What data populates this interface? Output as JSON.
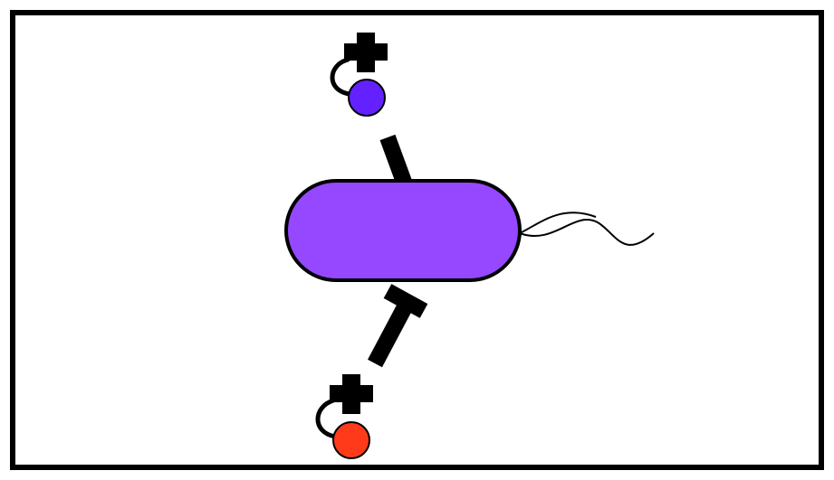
{
  "diagram": {
    "colors": {
      "background": "#ffffff",
      "frame": "#000000",
      "bacterium_fill": "#9548ff",
      "top_molecule": "#6321ff",
      "bottom_molecule": "#ff3a1a",
      "stroke": "#000000"
    },
    "nodes": [
      {
        "id": "molecule-top",
        "icon": "plus-molecule-icon",
        "color_key": "top_molecule"
      },
      {
        "id": "bacterium",
        "icon": "flagellated-bacterium-icon",
        "color_key": "bacterium_fill"
      },
      {
        "id": "molecule-bottom",
        "icon": "plus-molecule-icon",
        "color_key": "bottom_molecule"
      }
    ],
    "edges": [
      {
        "from": "molecule-top",
        "to": "bacterium",
        "type": "activation-arrow"
      },
      {
        "from": "molecule-bottom",
        "to": "bacterium",
        "type": "inhibition-bar"
      }
    ]
  }
}
